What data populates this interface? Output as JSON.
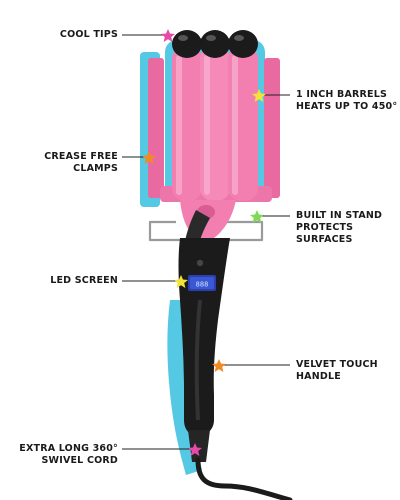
{
  "colors": {
    "pink": "#f27fb0",
    "pink_dark": "#d95d93",
    "black": "#1b1b1b",
    "cyan_shadow": "#55c8e3",
    "lcd_blue": "#3a57d6",
    "star_pink": "#e64aa8",
    "star_yellow": "#f2e23a",
    "star_orange": "#f08a24",
    "star_green": "#7fd957"
  },
  "icons": {
    "callout_marker": "star-icon"
  },
  "callouts": {
    "cool_tips": {
      "lines": [
        "COOL TIPS"
      ],
      "star": "pink"
    },
    "barrels": {
      "lines": [
        "1 INCH BARRELS",
        "HEATS UP TO 450°"
      ],
      "star": "yellow"
    },
    "crease_free": {
      "lines": [
        "CREASE FREE",
        "CLAMPS"
      ],
      "star": "orange"
    },
    "stand": {
      "lines": [
        "BUILT IN STAND",
        "PROTECTS",
        "SURFACES"
      ],
      "star": "green"
    },
    "led": {
      "lines": [
        "LED SCREEN"
      ],
      "star": "yellow"
    },
    "handle": {
      "lines": [
        "VELVET TOUCH",
        "HANDLE"
      ],
      "star": "orange"
    },
    "cord": {
      "lines": [
        "EXTRA LONG 360°",
        "SWIVEL CORD"
      ],
      "star": "pink"
    }
  }
}
